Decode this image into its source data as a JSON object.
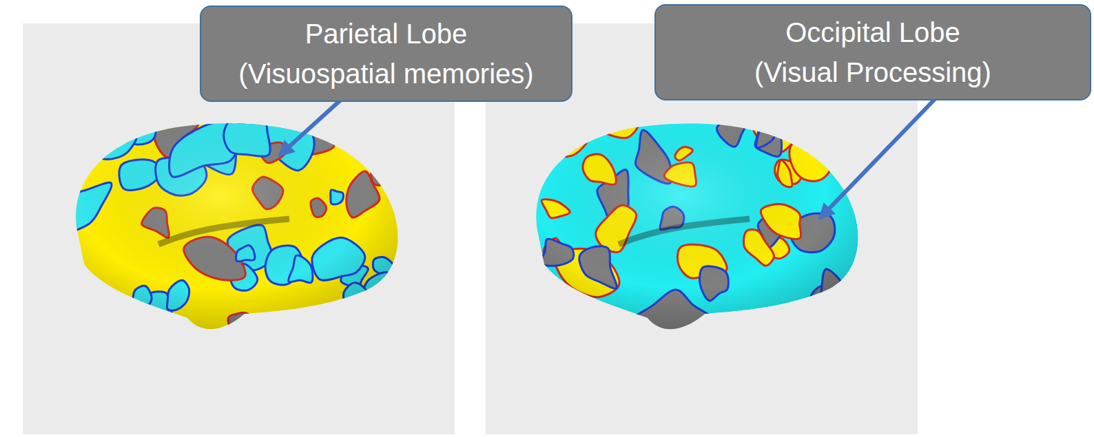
{
  "diagram": {
    "nodes": [
      {
        "text": [
          "Parietal Lobe",
          "(Visuospatial memories)"
        ]
      },
      {
        "text": [
          "Occipital Lobe",
          "(Visual Processing)"
        ]
      }
    ]
  }
}
